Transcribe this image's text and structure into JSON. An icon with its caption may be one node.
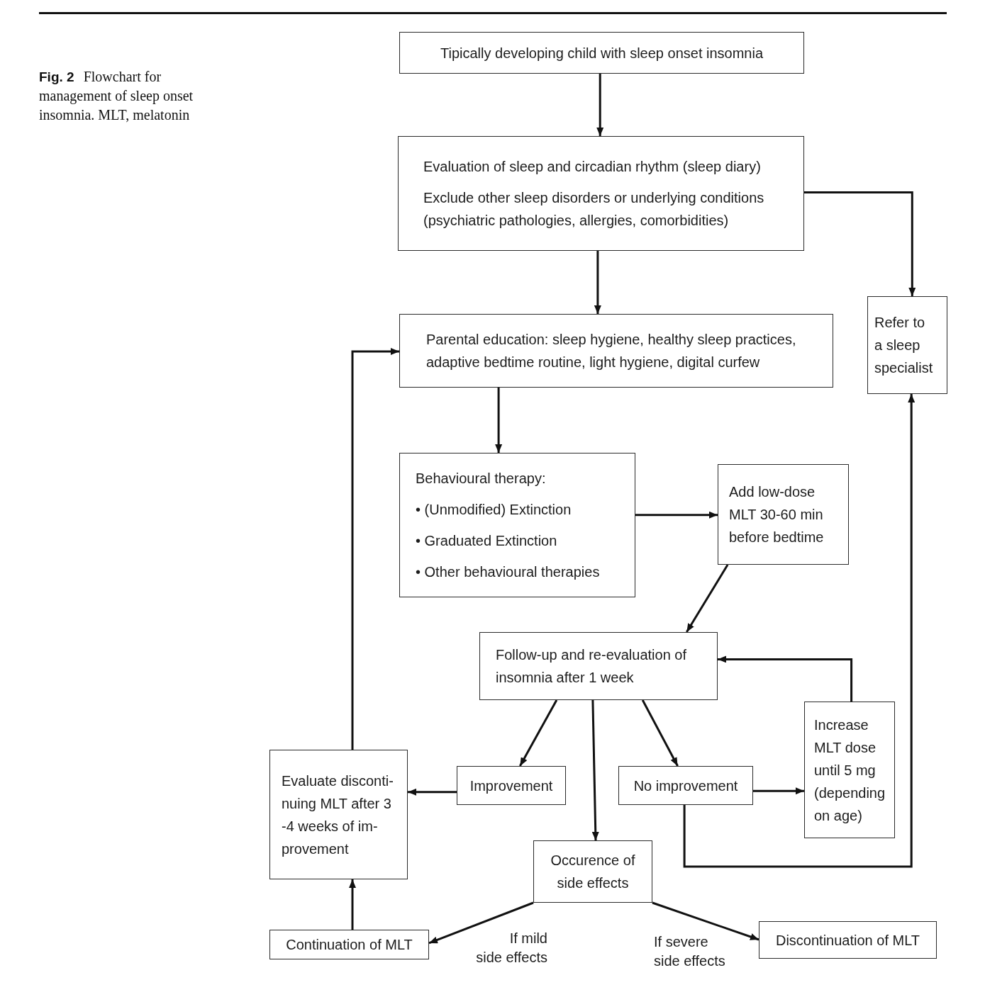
{
  "diagram": {
    "caption": "**Fig. 2** Flowchart for management of sleep onset insomnia. MLT, melatonin",
    "nodes": [
      {
        "text": [
          "Tipically developing child with sleep onset insomnia"
        ]
      },
      {
        "text": [
          "Evaluation of sleep and circadian rhythm (sleep diary)",
          "Exclude other sleep disorders or underlying conditions (psychiatric pathologies, allergies, comorbidities)"
        ]
      },
      {
        "text": [
          "Refer to a sleep specialist"
        ]
      },
      {
        "text": [
          "Parental education: sleep hygiene, healthy sleep practices, adaptive bedtime routine, light hygiene, digital curfew"
        ]
      },
      {
        "text": [
          "Behavioural therapy:",
          "• (Unmodified) Extinction",
          "• Graduated Extinction",
          "• Other behavioural therapies"
        ]
      },
      {
        "text": [
          "Add low-dose MLT 30-60 min before bedtime"
        ]
      },
      {
        "text": [
          "Follow-up and re-evaluation of insomnia after 1 week"
        ]
      },
      {
        "text": [
          "Increase MLT dose until 5 mg (depending on age)"
        ]
      },
      {
        "text": [
          "Evaluate disconti- nuing MLT after 3 -4 weeks of im- provement"
        ]
      },
      {
        "text": [
          "Improvement"
        ]
      },
      {
        "text": [
          "No improvement"
        ]
      },
      {
        "text": [
          "Occurence of side effects"
        ]
      },
      {
        "text": [
          "Continuation of MLT"
        ]
      },
      {
        "text": [
          "Discontinuation of MLT"
        ]
      }
    ],
    "edges": [
      {
        "from": 0,
        "to": 1,
        "arrow": "to"
      },
      {
        "from": 1,
        "to": 2,
        "arrow": "to"
      },
      {
        "from": 1,
        "to": 3,
        "arrow": "to"
      },
      {
        "from": 3,
        "to": 4,
        "arrow": "to"
      },
      {
        "from": 4,
        "to": 5,
        "arrow": "to"
      },
      {
        "from": 5,
        "to": 6,
        "arrow": "to"
      },
      {
        "from": 7,
        "to": 6,
        "arrow": "to"
      },
      {
        "from": 6,
        "to": 9,
        "arrow": "to"
      },
      {
        "from": 6,
        "to": 11,
        "arrow": "to"
      },
      {
        "from": 6,
        "to": 10,
        "arrow": "to"
      },
      {
        "from": 9,
        "to": 8,
        "arrow": "to"
      },
      {
        "from": 10,
        "to": 7,
        "arrow": "to"
      },
      {
        "from": 10,
        "to": 2,
        "arrow": "to"
      },
      {
        "from": 8,
        "to": 3,
        "arrow": "to"
      },
      {
        "from": 12,
        "to": 8,
        "arrow": "to"
      },
      {
        "from": 11,
        "to": 12,
        "arrow": "to",
        "label": "If mild side effects"
      },
      {
        "from": 11,
        "to": 13,
        "arrow": "to",
        "label": "If severe side effects"
      }
    ]
  }
}
